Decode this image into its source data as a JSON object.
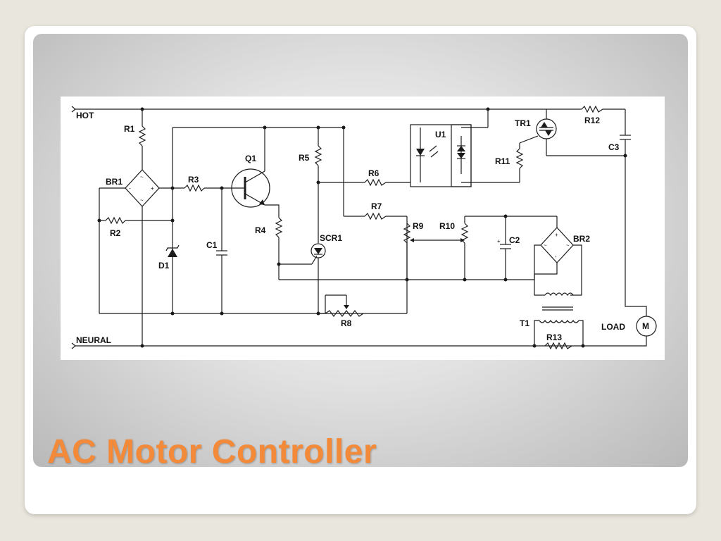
{
  "slide": {
    "title": "AC Motor Controller"
  },
  "diagram": {
    "rails": {
      "hot": "HOT",
      "neutral": "NEURAL"
    },
    "labels": {
      "R1": "R1",
      "R2": "R2",
      "R3": "R3",
      "R4": "R4",
      "R5": "R5",
      "R6": "R6",
      "R7": "R7",
      "R8": "R8",
      "R9": "R9",
      "R10": "R10",
      "R11": "R11",
      "R12": "R12",
      "R13": "R13",
      "BR1": "BR1",
      "BR2": "BR2",
      "D1": "D1",
      "C1": "C1",
      "C2": "C2",
      "C3": "C3",
      "Q1": "Q1",
      "SCR1": "SCR1",
      "U1": "U1",
      "TR1": "TR1",
      "T1": "T1",
      "LOAD": "LOAD",
      "M": "M"
    }
  }
}
